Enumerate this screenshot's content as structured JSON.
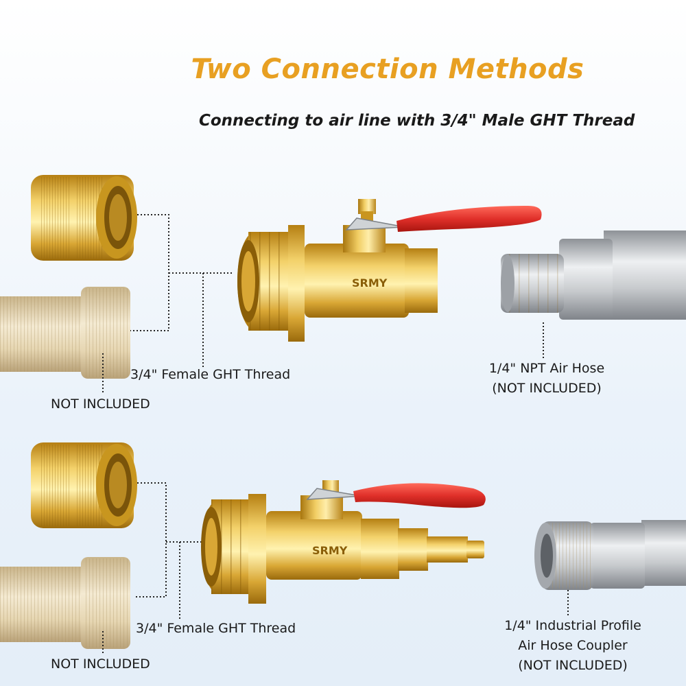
{
  "colors": {
    "title": "#e8a022",
    "brass": "#d9a735",
    "handle": "#e0302a",
    "steel": "#b8bcc0"
  },
  "header": {
    "title": "Two Connection Methods",
    "subtitle": "Connecting to air line with 3/4\" Male GHT Thread"
  },
  "section1": {
    "female_label": "3/4\" Female GHT Thread",
    "not_included": "NOT INCLUDED",
    "valve_marking": "SRMY",
    "hose_label_line1": "1/4\" NPT Air Hose",
    "hose_label_line2": "(NOT INCLUDED)"
  },
  "section2": {
    "female_label": "3/4\" Female GHT Thread",
    "not_included": "NOT INCLUDED",
    "valve_marking": "SRMY",
    "coupler_label_line1": "1/4\" Industrial Profile",
    "coupler_label_line2": "Air Hose Coupler",
    "coupler_label_line3": "(NOT INCLUDED)"
  }
}
